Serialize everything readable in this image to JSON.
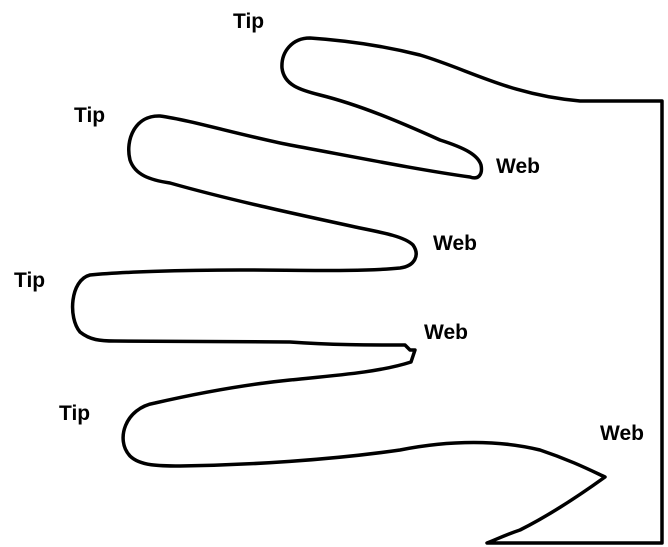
{
  "labels": {
    "tip_1": "Tip",
    "tip_2": "Tip",
    "tip_3": "Tip",
    "tip_4": "Tip",
    "web_1": "Web",
    "web_2": "Web",
    "web_3": "Web",
    "web_4": "Web"
  },
  "colors": {
    "outline": "#000000",
    "background": "#ffffff"
  }
}
